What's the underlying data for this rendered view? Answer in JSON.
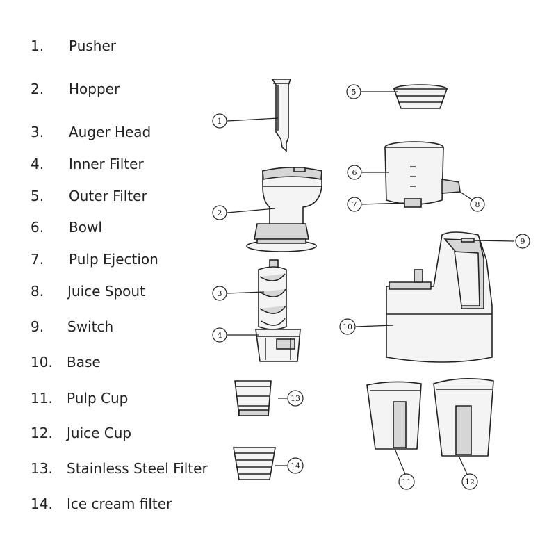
{
  "parts": [
    {
      "num": "1.",
      "name": "Pusher"
    },
    {
      "num": "2.",
      "name": "Hopper"
    },
    {
      "num": "3.",
      "name": "Auger Head"
    },
    {
      "num": "4.",
      "name": "Inner Filter"
    },
    {
      "num": "5.",
      "name": "Outer Filter"
    },
    {
      "num": "6.",
      "name": "Bowl"
    },
    {
      "num": "7.",
      "name": "Pulp Ejection"
    },
    {
      "num": "8.",
      "name": "Juice Spout"
    },
    {
      "num": "9.",
      "name": "Switch"
    },
    {
      "num": "10.",
      "name": "Base"
    },
    {
      "num": "11.",
      "name": "Pulp Cup"
    },
    {
      "num": "12.",
      "name": "Juice Cup"
    },
    {
      "num": "13.",
      "name": "Stainless Steel Filter"
    },
    {
      "num": "14.",
      "name": "Ice cream filter"
    }
  ],
  "callouts": [
    "1",
    "2",
    "3",
    "4",
    "5",
    "6",
    "7",
    "8",
    "9",
    "10",
    "11",
    "12",
    "13",
    "14"
  ]
}
